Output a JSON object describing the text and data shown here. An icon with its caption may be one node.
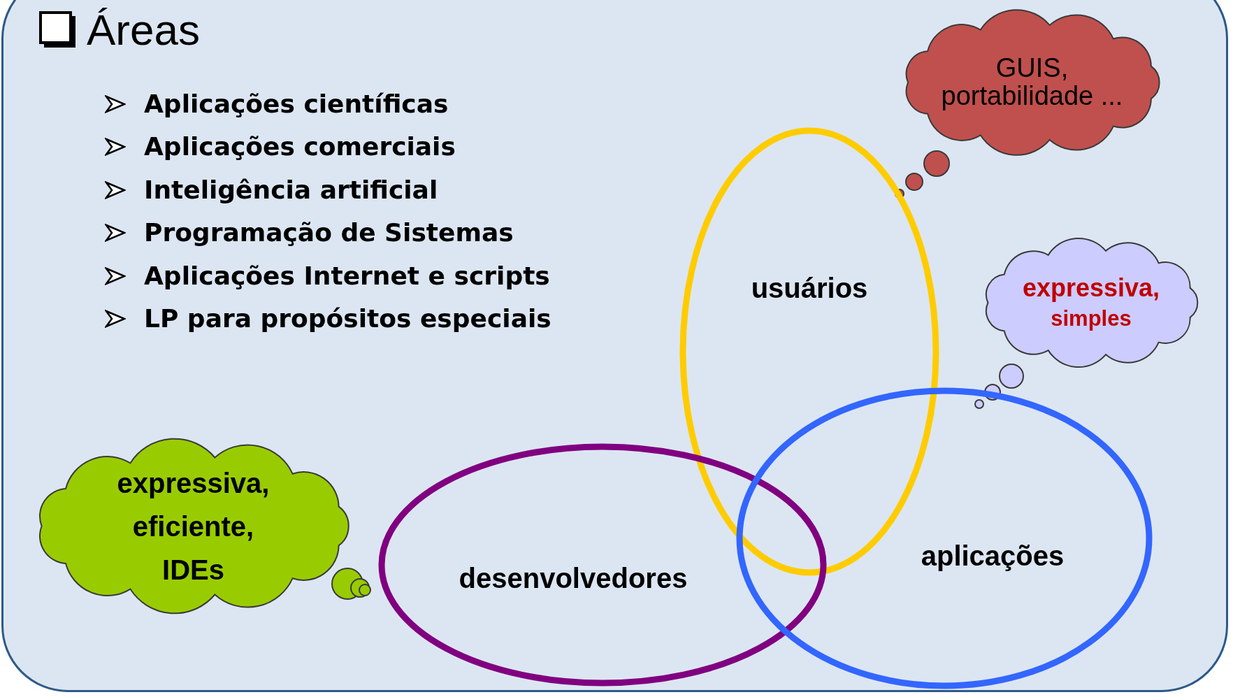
{
  "diagram": {
    "title": "Áreas",
    "nodes": [
      {
        "text": [
          "usuários"
        ]
      },
      {
        "text": [
          "desenvolvedores"
        ]
      },
      {
        "text": [
          "aplicações"
        ]
      },
      {
        "text": [
          "GUIS, portabilidade ..."
        ]
      },
      {
        "text": [
          "expressiva,",
          "simples"
        ]
      },
      {
        "text": [
          "expressiva, eficiente, IDEs"
        ]
      }
    ],
    "labels": [
      "Aplicações científicas",
      "Aplicações comerciais",
      "Inteligência artificial",
      "Programação de Sistemas",
      "Aplicações Internet e scripts",
      "LP para propósitos especiais"
    ]
  }
}
